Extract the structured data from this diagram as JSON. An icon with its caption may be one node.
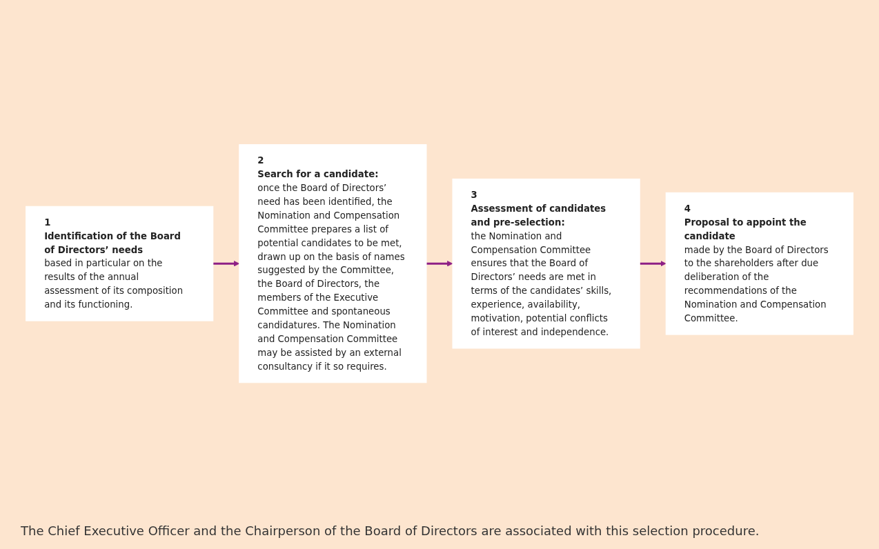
{
  "diagram": {
    "caption": "The Chief Executive Officer and the Chairperson of the Board of Directors are associated with this selection procedure.",
    "nodes": [
      {
        "text": [
          "1",
          "Identification of the Board of Directors’ needs",
          "based in particular on the results of the annual assessment of its composition and its functioning."
        ]
      },
      {
        "text": [
          "2",
          "Search for a candidate:",
          "once the Board of Directors’ need has been identified, the Nomination and Compensation Committee prepares a list of potential candidates to be met, drawn up on the basis of names suggested by the Committee, the Board of Directors, the members of the Executive Committee and spontaneous candidatures. The Nomination and Compensation Committee may be assisted by an external consultancy if it so requires."
        ]
      },
      {
        "text": [
          "3",
          "Assessment of candidates and pre-selection:",
          "the Nomination and Compensation Committee ensures that the Board of Directors’ needs are met in terms of the candidates’ skills, experience, availability, motivation, potential conflicts of interest and independence."
        ]
      },
      {
        "text": [
          "4",
          "Proposal to appoint the candidate",
          "made by the Board of Directors to the shareholders after due deliberation of the recommendations of the Nomination and Compensation Committee."
        ]
      }
    ],
    "edges": [
      {
        "from": 0,
        "to": 1,
        "arrow": "to"
      },
      {
        "from": 1,
        "to": 2,
        "arrow": "to"
      },
      {
        "from": 2,
        "to": 3,
        "arrow": "to"
      }
    ]
  }
}
